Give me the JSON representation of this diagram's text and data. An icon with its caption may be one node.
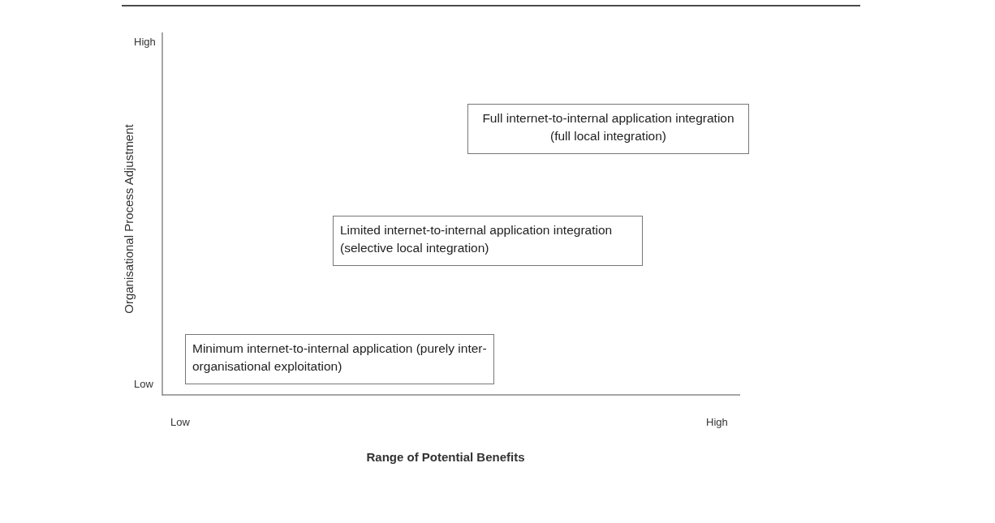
{
  "diagram": {
    "nodes": [
      {
        "text": [
          "Full internet-to-internal application integration (full local integration)"
        ]
      },
      {
        "text": [
          "Limited internet-to-internal application integration (selective local integration)"
        ]
      },
      {
        "text": [
          "Minimum internet-to-internal application (purely inter-organisational exploitation)"
        ]
      }
    ],
    "labels": [
      "High",
      "Organisational Process Adjustment",
      "Low",
      "Low",
      "High",
      "Range of Potential Benefits"
    ]
  }
}
